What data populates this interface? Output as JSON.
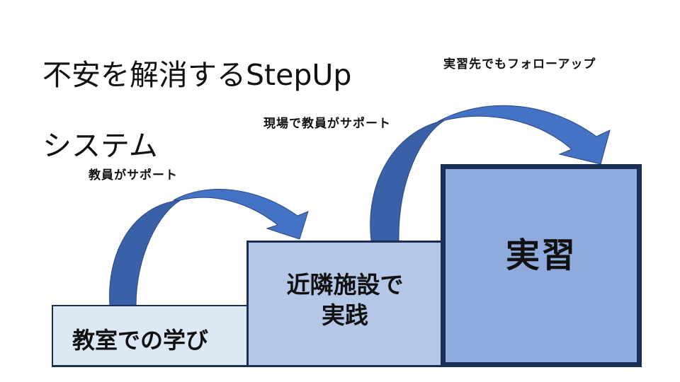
{
  "title": {
    "line1": "不安を解消するStepUp",
    "line2": "システム"
  },
  "steps": [
    {
      "label": "教室での学び",
      "fill": "#dde8f5"
    },
    {
      "label": "近隣施設で\n実践",
      "fill": "#b4c7e7"
    },
    {
      "label": "実習",
      "fill": "#8faadc"
    }
  ],
  "arrows": [
    {
      "caption": "教員がサポート",
      "from": "教室での学び",
      "to": "近隣施設で実践"
    },
    {
      "caption": "現場で教員がサポート",
      "from": "近隣施設で実践",
      "to": "実習"
    }
  ],
  "followup_caption": "実習先でもフォローアップ",
  "colors": {
    "arrow_light": "#4472c4",
    "arrow_dark": "#3a60a8",
    "box_border": "#1b2e55"
  }
}
